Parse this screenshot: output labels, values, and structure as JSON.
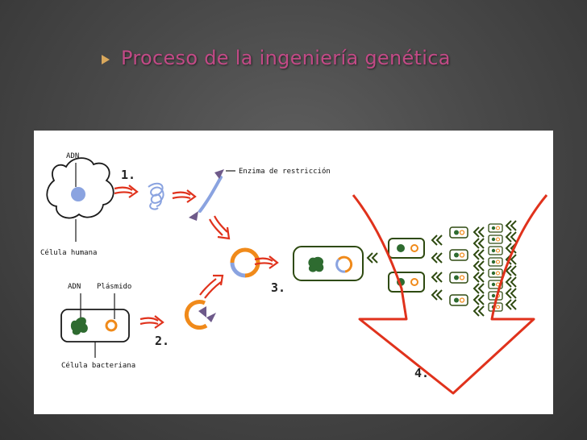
{
  "slide": {
    "title": "Proceso de la ingeniería genética"
  },
  "diagram": {
    "labels": {
      "adn_top": "ADN",
      "celula_humana": "Célula humana",
      "adn_bottom": "ADN",
      "plasmido": "Plásmido",
      "celula_bacteriana": "Célula bacteriana",
      "enzima": "Enzima de restricción"
    },
    "steps": {
      "s1": "1.",
      "s2": "2.",
      "s3": "3.",
      "s4": "4."
    }
  },
  "colors": {
    "title": "#c24a86",
    "arrow": "#e0321c",
    "dna": "#8aa3e0",
    "plasmid": "#f08a1a",
    "chromosome": "#2e6b30",
    "enzyme": "#6e5a8a",
    "bullet": "#d9a85c"
  }
}
